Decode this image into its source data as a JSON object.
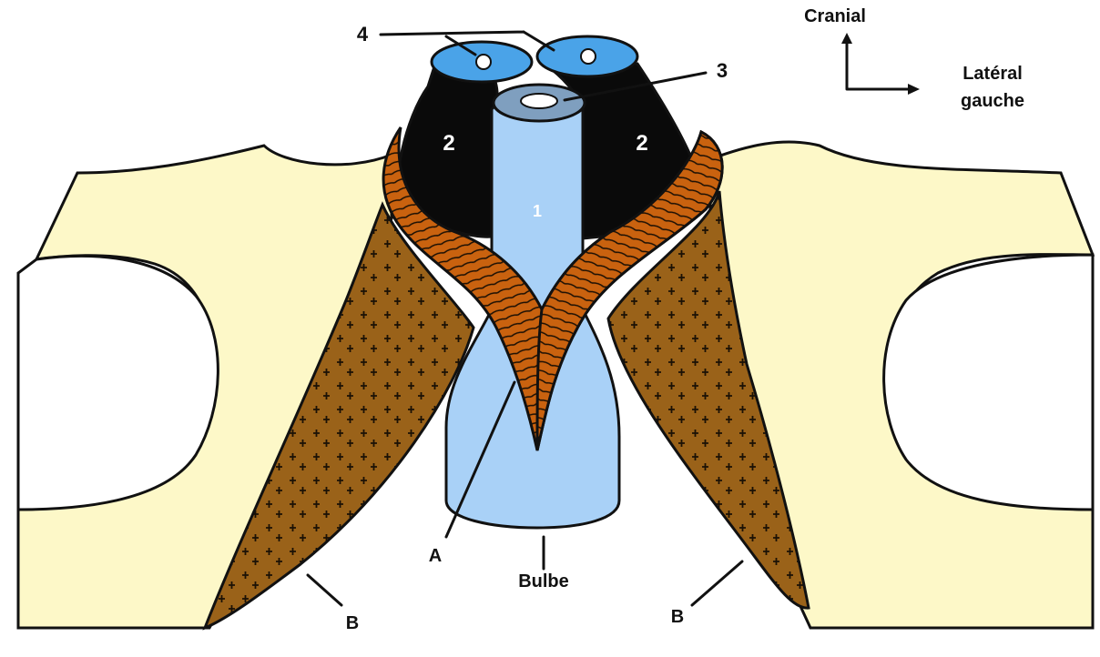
{
  "labels": {
    "one": "1",
    "two_left": "2",
    "two_right": "2",
    "three": "3",
    "four": "4",
    "a": "A",
    "bulbe": "Bulbe",
    "b_left": "B",
    "b_right": "B"
  },
  "orientation": {
    "cranial": "Cranial",
    "lateral_line1": "Latéral",
    "lateral_line2": "gauche"
  },
  "colors": {
    "pelvis": "#fdf8c8",
    "bulb": "#a9d1f7",
    "black_body": "#0a0a0a",
    "orange_muscle": "#c9620f",
    "brown_muscle": "#9a6219",
    "cavernous_cap": "#4aa3e8",
    "urethra_cap": "#7f9fbf"
  }
}
